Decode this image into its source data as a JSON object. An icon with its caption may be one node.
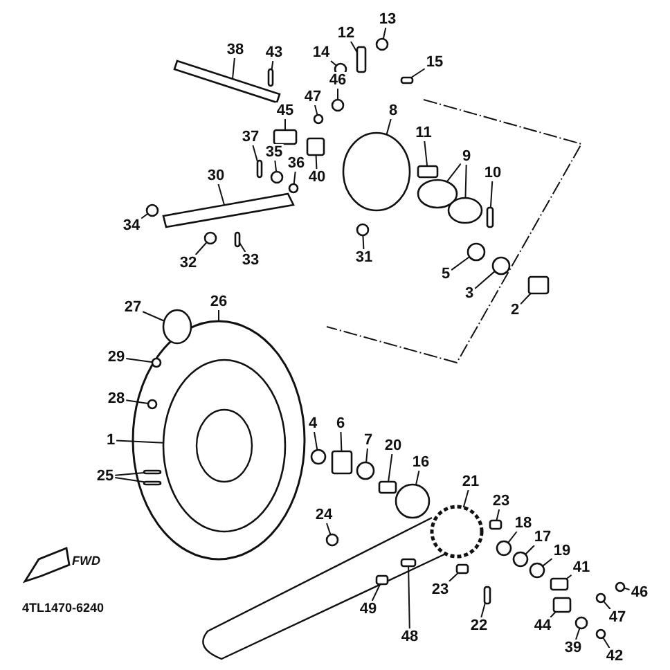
{
  "diagram": {
    "nodes": [
      {
        "text": [
          "13"
        ]
      },
      {
        "text": [
          "12"
        ]
      },
      {
        "text": [
          "14"
        ]
      },
      {
        "text": [
          "15"
        ]
      },
      {
        "text": [
          "38"
        ]
      },
      {
        "text": [
          "43"
        ]
      },
      {
        "text": [
          "46"
        ]
      },
      {
        "text": [
          "47"
        ]
      },
      {
        "text": [
          "45"
        ]
      },
      {
        "text": [
          "8"
        ]
      },
      {
        "text": [
          "11"
        ]
      },
      {
        "text": [
          "37"
        ]
      },
      {
        "text": [
          "35"
        ]
      },
      {
        "text": [
          "36"
        ]
      },
      {
        "text": [
          "40"
        ]
      },
      {
        "text": [
          "9"
        ]
      },
      {
        "text": [
          "10"
        ]
      },
      {
        "text": [
          "30"
        ]
      },
      {
        "text": [
          "34"
        ]
      },
      {
        "text": [
          "32"
        ]
      },
      {
        "text": [
          "33"
        ]
      },
      {
        "text": [
          "31"
        ]
      },
      {
        "text": [
          "5"
        ]
      },
      {
        "text": [
          "3"
        ]
      },
      {
        "text": [
          "2"
        ]
      },
      {
        "text": [
          "26"
        ]
      },
      {
        "text": [
          "27"
        ]
      },
      {
        "text": [
          "29"
        ]
      },
      {
        "text": [
          "28"
        ]
      },
      {
        "text": [
          "1"
        ]
      },
      {
        "text": [
          "25"
        ]
      },
      {
        "text": [
          "4"
        ]
      },
      {
        "text": [
          "6"
        ]
      },
      {
        "text": [
          "7"
        ]
      },
      {
        "text": [
          "20"
        ]
      },
      {
        "text": [
          "16"
        ]
      },
      {
        "text": [
          "21"
        ]
      },
      {
        "text": [
          "24"
        ]
      },
      {
        "text": [
          "23"
        ]
      },
      {
        "text": [
          "18"
        ]
      },
      {
        "text": [
          "17"
        ]
      },
      {
        "text": [
          "19"
        ]
      },
      {
        "text": [
          "41"
        ]
      },
      {
        "text": [
          "46"
        ]
      },
      {
        "text": [
          "47"
        ]
      },
      {
        "text": [
          "23"
        ]
      },
      {
        "text": [
          "22"
        ]
      },
      {
        "text": [
          "49"
        ]
      },
      {
        "text": [
          "48"
        ]
      },
      {
        "text": [
          "44"
        ]
      },
      {
        "text": [
          "39"
        ]
      },
      {
        "text": [
          "42"
        ]
      },
      {
        "text": [],
        "shape": "circle"
      },
      {
        "text": [],
        "shape": "box"
      },
      {
        "text": [],
        "shape": "circle"
      },
      {
        "text": [],
        "shape": "box"
      },
      {
        "text": [],
        "shape": "bar"
      },
      {
        "text": [],
        "shape": "box"
      },
      {
        "text": [],
        "shape": "circle"
      },
      {
        "text": [],
        "shape": "circle"
      },
      {
        "text": [],
        "shape": "box"
      },
      {
        "text": [],
        "shape": "circle"
      },
      {
        "text": [],
        "shape": "box"
      },
      {
        "text": [],
        "shape": "box"
      },
      {
        "text": [],
        "shape": "circle"
      },
      {
        "text": [],
        "shape": "circle"
      },
      {
        "text": [],
        "shape": "box"
      },
      {
        "text": [],
        "shape": "circle"
      },
      {
        "text": [],
        "shape": "circle"
      },
      {
        "text": [],
        "shape": "box"
      },
      {
        "text": [],
        "shape": "bar"
      },
      {
        "text": [],
        "shape": "circle"
      },
      {
        "text": [],
        "shape": "circle"
      },
      {
        "text": [],
        "shape": "box"
      },
      {
        "text": [],
        "shape": "circle"
      },
      {
        "text": [],
        "shape": "circle"
      },
      {
        "text": [],
        "shape": "circle"
      },
      {
        "text": [],
        "shape": "box"
      },
      {
        "text": [],
        "shape": "circle"
      },
      {
        "text": [],
        "shape": "circle"
      },
      {
        "text": [],
        "shape": "circle",
        "in": 78
      },
      {
        "text": [],
        "shape": "circle",
        "in": 78
      },
      {
        "text": [],
        "shape": "circle",
        "in": 78
      },
      {
        "text": [],
        "shape": "box",
        "in": 78
      },
      {
        "text": [],
        "shape": "box",
        "in": 78
      },
      {
        "text": [],
        "shape": "circle"
      },
      {
        "text": [],
        "shape": "box"
      },
      {
        "text": [],
        "shape": "circle"
      },
      {
        "text": [],
        "shape": "box"
      },
      {
        "text": [],
        "shape": "circle"
      },
      {
        "text": [],
        "shape": "circle"
      },
      {
        "text": [],
        "shape": "circle"
      },
      {
        "text": [],
        "shape": "box"
      },
      {
        "text": [],
        "shape": "circle"
      },
      {
        "text": [],
        "shape": "circle"
      },
      {
        "text": [],
        "shape": "circle"
      },
      {
        "text": [],
        "shape": "box"
      },
      {
        "text": [],
        "shape": "circle"
      },
      {
        "text": [],
        "shape": "circle"
      },
      {
        "text": [],
        "shape": "box"
      },
      {
        "text": [],
        "shape": "box"
      },
      {
        "text": [],
        "shape": "box"
      },
      {
        "text": [],
        "shape": "box"
      },
      {
        "text": [],
        "shape": "box"
      },
      {
        "text": [],
        "shape": "circle"
      },
      {
        "text": [],
        "shape": "circle"
      }
    ],
    "edges": [
      {
        "from": 0,
        "to": 52,
        "arrow": "none"
      },
      {
        "from": 1,
        "to": 53,
        "arrow": "none"
      },
      {
        "from": 2,
        "to": 54,
        "arrow": "none"
      },
      {
        "from": 3,
        "to": 55,
        "arrow": "none"
      },
      {
        "from": 4,
        "to": 56,
        "arrow": "none"
      },
      {
        "from": 5,
        "to": 57,
        "arrow": "none"
      },
      {
        "from": 6,
        "to": 58,
        "arrow": "none"
      },
      {
        "from": 7,
        "to": 59,
        "arrow": "none"
      },
      {
        "from": 8,
        "to": 60,
        "arrow": "none"
      },
      {
        "from": 9,
        "to": 61,
        "arrow": "none"
      },
      {
        "from": 10,
        "to": 62,
        "arrow": "none"
      },
      {
        "from": 11,
        "to": 63,
        "arrow": "none"
      },
      {
        "from": 12,
        "to": 64,
        "arrow": "none"
      },
      {
        "from": 13,
        "to": 65,
        "arrow": "none"
      },
      {
        "from": 14,
        "to": 66,
        "arrow": "none"
      },
      {
        "from": 15,
        "to": 67,
        "arrow": "none"
      },
      {
        "from": 15,
        "to": 68,
        "arrow": "none"
      },
      {
        "from": 16,
        "to": 69,
        "arrow": "none"
      },
      {
        "from": 17,
        "to": 70,
        "arrow": "none"
      },
      {
        "from": 18,
        "to": 71,
        "arrow": "none"
      },
      {
        "from": 19,
        "to": 72,
        "arrow": "none"
      },
      {
        "from": 20,
        "to": 73,
        "arrow": "none"
      },
      {
        "from": 21,
        "to": 74,
        "arrow": "none"
      },
      {
        "from": 22,
        "to": 75,
        "arrow": "none"
      },
      {
        "from": 23,
        "to": 76,
        "arrow": "none"
      },
      {
        "from": 24,
        "to": 77,
        "arrow": "none"
      },
      {
        "from": 25,
        "to": 78,
        "arrow": "none"
      },
      {
        "from": 26,
        "to": 79,
        "arrow": "none"
      },
      {
        "from": 27,
        "to": 80,
        "arrow": "none"
      },
      {
        "from": 28,
        "to": 81,
        "arrow": "none"
      },
      {
        "from": 29,
        "to": 82,
        "arrow": "none"
      },
      {
        "from": 30,
        "to": 83,
        "arrow": "none"
      },
      {
        "from": 30,
        "to": 84,
        "arrow": "none"
      },
      {
        "from": 31,
        "to": 85,
        "arrow": "none"
      },
      {
        "from": 32,
        "to": 86,
        "arrow": "none"
      },
      {
        "from": 33,
        "to": 87,
        "arrow": "none"
      },
      {
        "from": 34,
        "to": 88,
        "arrow": "none"
      },
      {
        "from": 35,
        "to": 89,
        "arrow": "none"
      },
      {
        "from": 36,
        "to": 90,
        "arrow": "none"
      },
      {
        "from": 37,
        "to": 91,
        "arrow": "none"
      },
      {
        "from": 38,
        "to": 92,
        "arrow": "none"
      },
      {
        "from": 39,
        "to": 93,
        "arrow": "none"
      },
      {
        "from": 40,
        "to": 94,
        "arrow": "none"
      },
      {
        "from": 41,
        "to": 95,
        "arrow": "none"
      },
      {
        "from": 42,
        "to": 96,
        "arrow": "none"
      },
      {
        "from": 43,
        "to": 97,
        "arrow": "none"
      },
      {
        "from": 44,
        "to": 98,
        "arrow": "none"
      },
      {
        "from": 45,
        "to": 99,
        "arrow": "none"
      },
      {
        "from": 46,
        "to": 100,
        "arrow": "none"
      },
      {
        "from": 47,
        "to": 101,
        "arrow": "none"
      },
      {
        "from": 48,
        "to": 102,
        "arrow": "none"
      },
      {
        "from": 49,
        "to": 103,
        "arrow": "none"
      },
      {
        "from": 50,
        "to": 104,
        "arrow": "none"
      },
      {
        "from": 51,
        "to": 105,
        "arrow": "none"
      }
    ],
    "labels": [
      "FWD",
      "4TL1470-6240"
    ]
  }
}
